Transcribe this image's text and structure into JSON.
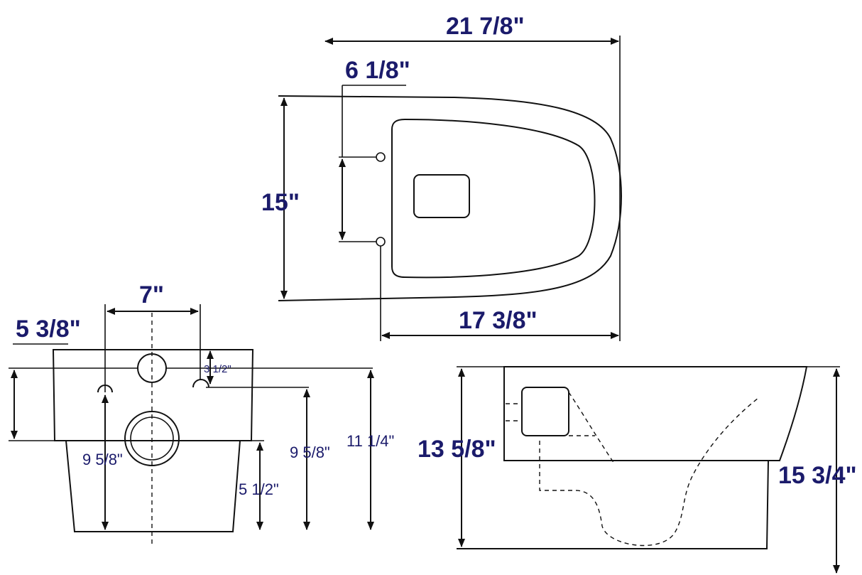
{
  "dimensions": {
    "top_width": "21 7/8\"",
    "top_hole_offset": "6 1/8\"",
    "top_depth": "15\"",
    "top_length": "17 3/8\"",
    "rear_hole_spacing": "7\"",
    "rear_left_height": "5 3/8\"",
    "rear_small_vertical": "3 1/2\"",
    "rear_center_height": "9 5/8\"",
    "rear_right_height": "9 5/8\"",
    "rear_total_height": "11 1/4\"",
    "rear_lower_height": "5 1/2\"",
    "side_height": "13 5/8\"",
    "side_total_height": "15 3/4\""
  }
}
